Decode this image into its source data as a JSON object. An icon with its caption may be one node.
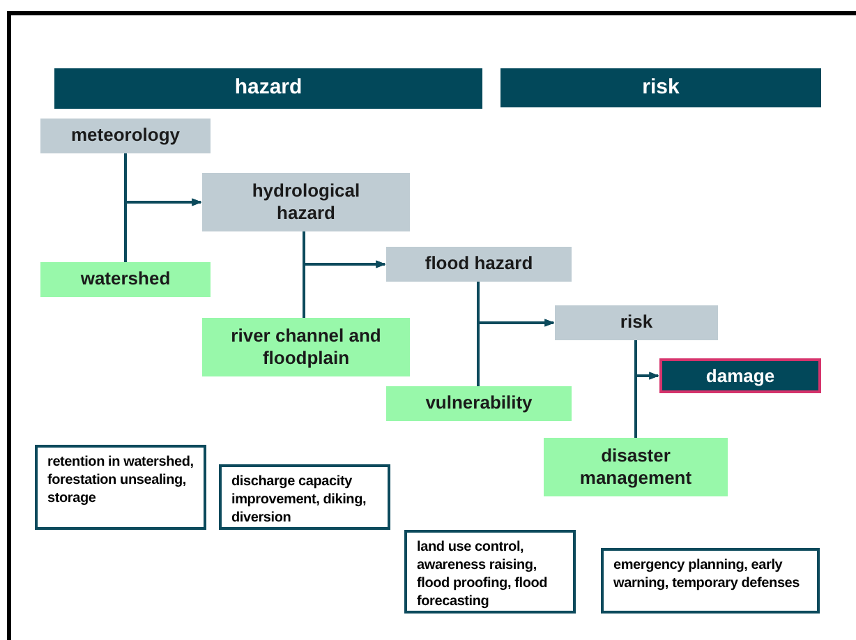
{
  "diagram": {
    "nodes": [
      {
        "text": [
          "hazard"
        ]
      },
      {
        "text": [
          "risk"
        ]
      },
      {
        "text": [
          "meteorology"
        ]
      },
      {
        "text": [
          "hydrological hazard"
        ]
      },
      {
        "text": [
          "watershed"
        ]
      },
      {
        "text": [
          "river channel and floodplain"
        ]
      },
      {
        "text": [
          "flood hazard"
        ]
      },
      {
        "text": [
          "vulnerability"
        ]
      },
      {
        "text": [
          "risk"
        ]
      },
      {
        "text": [
          "damage"
        ]
      },
      {
        "text": [
          "disaster management"
        ]
      },
      {
        "text": [
          "retention in watershed, forestation unsealing, storage"
        ]
      },
      {
        "text": [
          "discharge capacity improvement, diking, diversion"
        ]
      },
      {
        "text": [
          "land use control, awareness raising, flood proofing, flood forecasting"
        ]
      },
      {
        "text": [
          "emergency planning, early warning, temporary defenses"
        ]
      }
    ],
    "edges": [
      {
        "from": 2,
        "to": 3,
        "arrow": "to"
      },
      {
        "from": 4,
        "to": 3,
        "arrow": "to"
      },
      {
        "from": 3,
        "to": 6,
        "arrow": "to"
      },
      {
        "from": 5,
        "to": 6,
        "arrow": "to"
      },
      {
        "from": 6,
        "to": 8,
        "arrow": "to"
      },
      {
        "from": 7,
        "to": 8,
        "arrow": "to"
      },
      {
        "from": 8,
        "to": 9,
        "arrow": "to"
      },
      {
        "from": 10,
        "to": 9,
        "arrow": "to"
      }
    ]
  }
}
